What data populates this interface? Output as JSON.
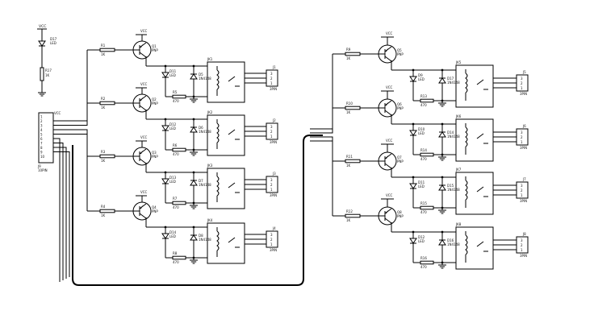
{
  "supply": {
    "vcc": "VCC",
    "led": "D17",
    "led_type": "LED",
    "resistor": "R17",
    "resistor_value": "1K"
  },
  "input_header": {
    "ref": "J9",
    "type": "10PIN",
    "pins": [
      "1",
      "2",
      "3",
      "4",
      "5",
      "6",
      "7",
      "8",
      "9",
      "10"
    ]
  },
  "left_channels": [
    {
      "transistor": "Q1",
      "t_type": "PNP",
      "base_r": "R1",
      "base_val": "1K",
      "led": "D11",
      "led_type": "LED",
      "diode": "D5",
      "diode_type": "1N4148",
      "relay": "JK1",
      "out": "J1",
      "out_type": "3PIN",
      "led_r": "R5",
      "led_val": "470"
    },
    {
      "transistor": "Q2",
      "t_type": "PNP",
      "base_r": "R2",
      "base_val": "1K",
      "led": "D12",
      "led_type": "LED",
      "diode": "D6",
      "diode_type": "1N4148",
      "relay": "JK2",
      "out": "J2",
      "out_type": "3PIN",
      "led_r": "R6",
      "led_val": "470"
    },
    {
      "transistor": "Q3",
      "t_type": "PNP",
      "base_r": "R3",
      "base_val": "1K",
      "led": "D13",
      "led_type": "LED",
      "diode": "D7",
      "diode_type": "1N4148",
      "relay": "JK3",
      "out": "J3",
      "out_type": "3PIN",
      "led_r": "R7",
      "led_val": "470"
    },
    {
      "transistor": "Q4",
      "t_type": "PNP",
      "base_r": "R4",
      "base_val": "1K",
      "led": "D14",
      "led_type": "LED",
      "diode": "D8",
      "diode_type": "1N4148",
      "relay": "JK4",
      "out": "J4",
      "out_type": "3PIN",
      "led_r": "R8",
      "led_val": "470"
    }
  ],
  "right_channels": [
    {
      "transistor": "Q5",
      "t_type": "PNP",
      "base_r": "R9",
      "base_val": "1K",
      "led": "D9",
      "led_type": "LED",
      "diode": "D17",
      "diode_type": "1N4148",
      "relay": "JK5",
      "out": "J5",
      "out_type": "3PIN",
      "led_r": "R13",
      "led_val": "470"
    },
    {
      "transistor": "Q6",
      "t_type": "PNP",
      "base_r": "R10",
      "base_val": "1K",
      "led": "D10",
      "led_type": "LED",
      "diode": "D14",
      "diode_type": "1N4148",
      "relay": "JK6",
      "out": "J6",
      "out_type": "3PIN",
      "led_r": "R14",
      "led_val": "470"
    },
    {
      "transistor": "Q7",
      "t_type": "PNP",
      "base_r": "R11",
      "base_val": "1K",
      "led": "D11",
      "led_type": "LED",
      "diode": "D15",
      "diode_type": "1N4148",
      "relay": "JK7",
      "out": "J7",
      "out_type": "3PIN",
      "led_r": "R15",
      "led_val": "470"
    },
    {
      "transistor": "Q8",
      "t_type": "PNP",
      "base_r": "R12",
      "base_val": "1K",
      "led": "D12",
      "led_type": "LED",
      "diode": "D16",
      "diode_type": "1N4148",
      "relay": "JK8",
      "out": "J8",
      "out_type": "3PIN",
      "led_r": "R16",
      "led_val": "470"
    }
  ],
  "vcc_label": "VCC",
  "pin_labels": [
    "3",
    "2",
    "1"
  ]
}
